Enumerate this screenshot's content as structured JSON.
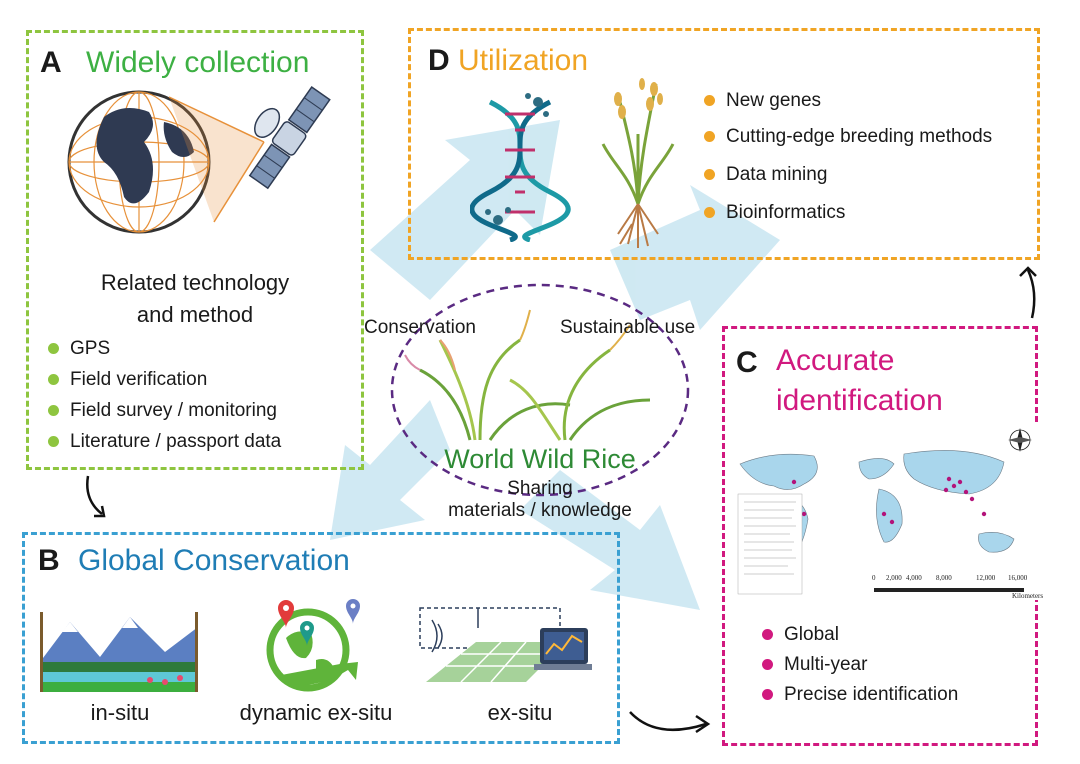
{
  "colors": {
    "panel_a": "#8ec53f",
    "panel_b": "#3aa0d2",
    "panel_c": "#d1197f",
    "panel_d": "#f0a424",
    "arrow_fill": "#cde8f2",
    "ellipse": "#5a2a82"
  },
  "panel_a": {
    "letter": "A",
    "title": "Widely collection",
    "subtitle_line1": "Related technology",
    "subtitle_line2": "and method",
    "items": [
      "GPS",
      "Field verification",
      "Field survey / monitoring",
      "Literature / passport data"
    ]
  },
  "panel_b": {
    "letter": "B",
    "title": "Global Conservation",
    "methods": [
      "in-situ",
      "dynamic ex-situ",
      "ex-situ"
    ]
  },
  "panel_c": {
    "letter": "C",
    "title_line1": "Accurate",
    "title_line2": "identification",
    "items": [
      "Global",
      "Multi-year",
      "Precise identification"
    ],
    "map_scale": [
      "0",
      "2,000",
      "4,000",
      "8,000",
      "12,000",
      "16,000"
    ],
    "map_scale_unit": "Kilometers"
  },
  "panel_d": {
    "letter": "D",
    "title": "Utilization",
    "items": [
      "New genes",
      "Cutting-edge breeding methods",
      "Data mining",
      "Bioinformatics"
    ]
  },
  "center": {
    "left_label": "Conservation",
    "right_label": "Sustainable use",
    "title": "World Wild Rice",
    "sharing_line1": "Sharing",
    "sharing_line2": "materials / knowledge"
  },
  "icons": {
    "globe": "globe-icon",
    "satellite": "satellite-icon",
    "dna": "dna-icon",
    "rice": "rice-plant-icon",
    "landscape": "mountain-landscape-icon",
    "eco_globe": "eco-globe-icon",
    "lab": "laboratory-icon",
    "map": "world-map-icon",
    "compass": "compass-icon"
  }
}
